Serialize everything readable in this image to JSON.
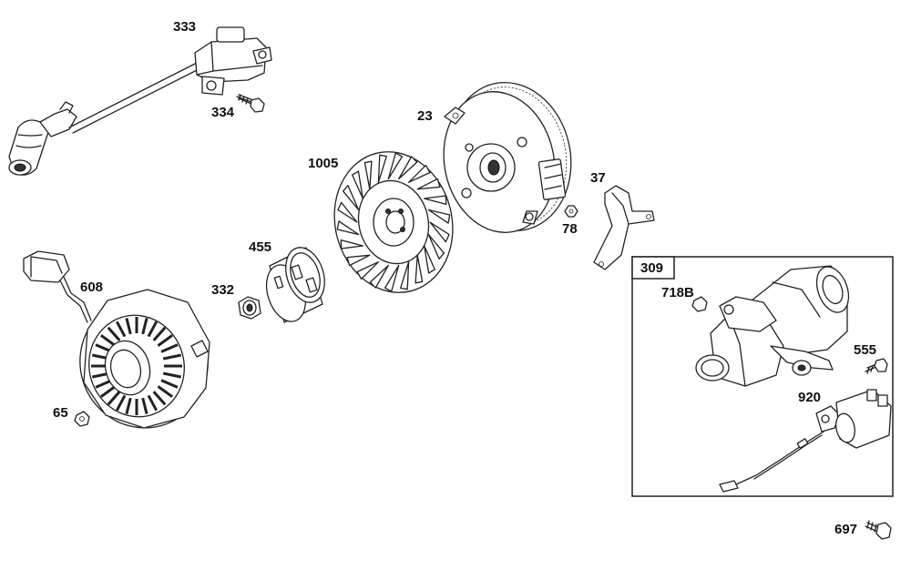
{
  "parts": [
    {
      "id": "p333",
      "label": "333",
      "name": "ignition-coil"
    },
    {
      "id": "p334",
      "label": "334",
      "name": "coil-screw"
    },
    {
      "id": "p23",
      "label": "23",
      "name": "flywheel"
    },
    {
      "id": "p1005",
      "label": "1005",
      "name": "flywheel-fan"
    },
    {
      "id": "p37",
      "label": "37",
      "name": "bracket"
    },
    {
      "id": "p78",
      "label": "78",
      "name": "small-nut"
    },
    {
      "id": "p455",
      "label": "455",
      "name": "starter-cup"
    },
    {
      "id": "p332",
      "label": "332",
      "name": "flywheel-nut"
    },
    {
      "id": "p608",
      "label": "608",
      "name": "blower-housing"
    },
    {
      "id": "p65",
      "label": "65",
      "name": "housing-screw"
    },
    {
      "id": "p309",
      "label": "309",
      "name": "electric-starter-assembly"
    },
    {
      "id": "p718B",
      "label": "718B",
      "name": "starter-nut"
    },
    {
      "id": "p555",
      "label": "555",
      "name": "starter-bolt"
    },
    {
      "id": "p920",
      "label": "920",
      "name": "starter-solenoid"
    },
    {
      "id": "p697",
      "label": "697",
      "name": "bolt"
    }
  ]
}
